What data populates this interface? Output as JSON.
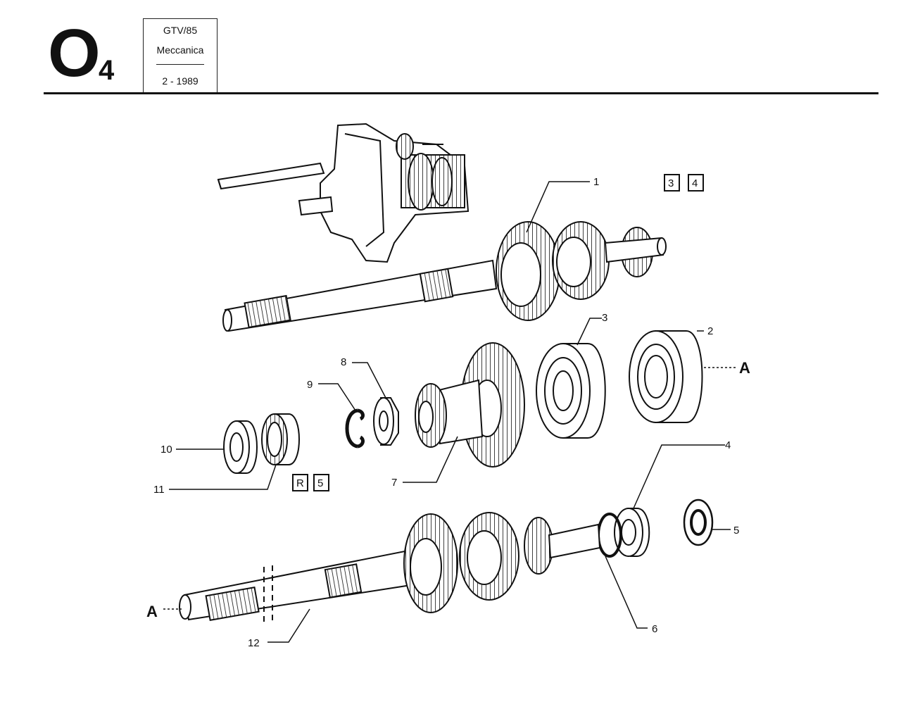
{
  "header": {
    "section_letter": "O",
    "section_number": "4",
    "model": "GTV/85",
    "group": "Meccanica",
    "date": "2 - 1989"
  },
  "callouts": [
    {
      "id": "1",
      "text": "1"
    },
    {
      "id": "2",
      "text": "2"
    },
    {
      "id": "3",
      "text": "3"
    },
    {
      "id": "4",
      "text": "4"
    },
    {
      "id": "5",
      "text": "5"
    },
    {
      "id": "6",
      "text": "6"
    },
    {
      "id": "7",
      "text": "7"
    },
    {
      "id": "8",
      "text": "8"
    },
    {
      "id": "9",
      "text": "9"
    },
    {
      "id": "10",
      "text": "10"
    },
    {
      "id": "11",
      "text": "11"
    },
    {
      "id": "12",
      "text": "12"
    }
  ],
  "markers": {
    "a_right": "A",
    "a_left": "A"
  },
  "boxed_refs": {
    "top_right": [
      "3",
      "4"
    ],
    "bottom_left": [
      "R",
      "5"
    ]
  }
}
